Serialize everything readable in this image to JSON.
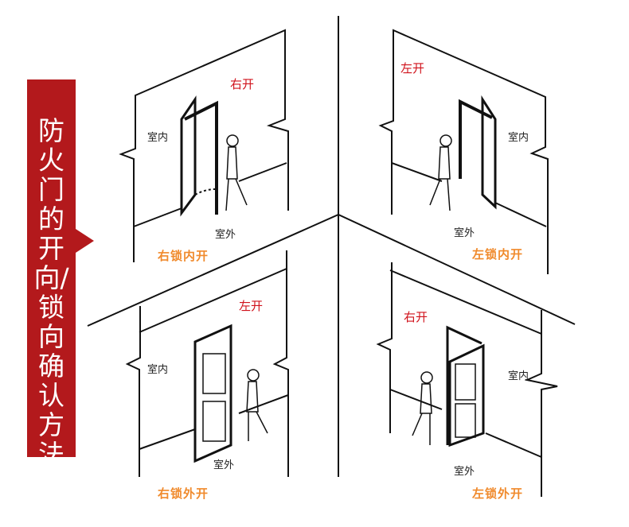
{
  "banner": {
    "title": "防火门的开向/锁向确认方法",
    "color": "#b3191c"
  },
  "panels": [
    {
      "direction": "右开",
      "indoor": "室内",
      "outdoor": "室外",
      "caption": "右锁内开"
    },
    {
      "direction": "左开",
      "indoor": "室内",
      "outdoor": "室外",
      "caption": "左锁内开"
    },
    {
      "direction": "左开",
      "indoor": "室内",
      "outdoor": "室外",
      "caption": "右锁外开"
    },
    {
      "direction": "右开",
      "indoor": "室内",
      "outdoor": "室外",
      "caption": "左锁外开"
    }
  ],
  "colors": {
    "direction": "#d0121b",
    "caption": "#f08a2c"
  }
}
